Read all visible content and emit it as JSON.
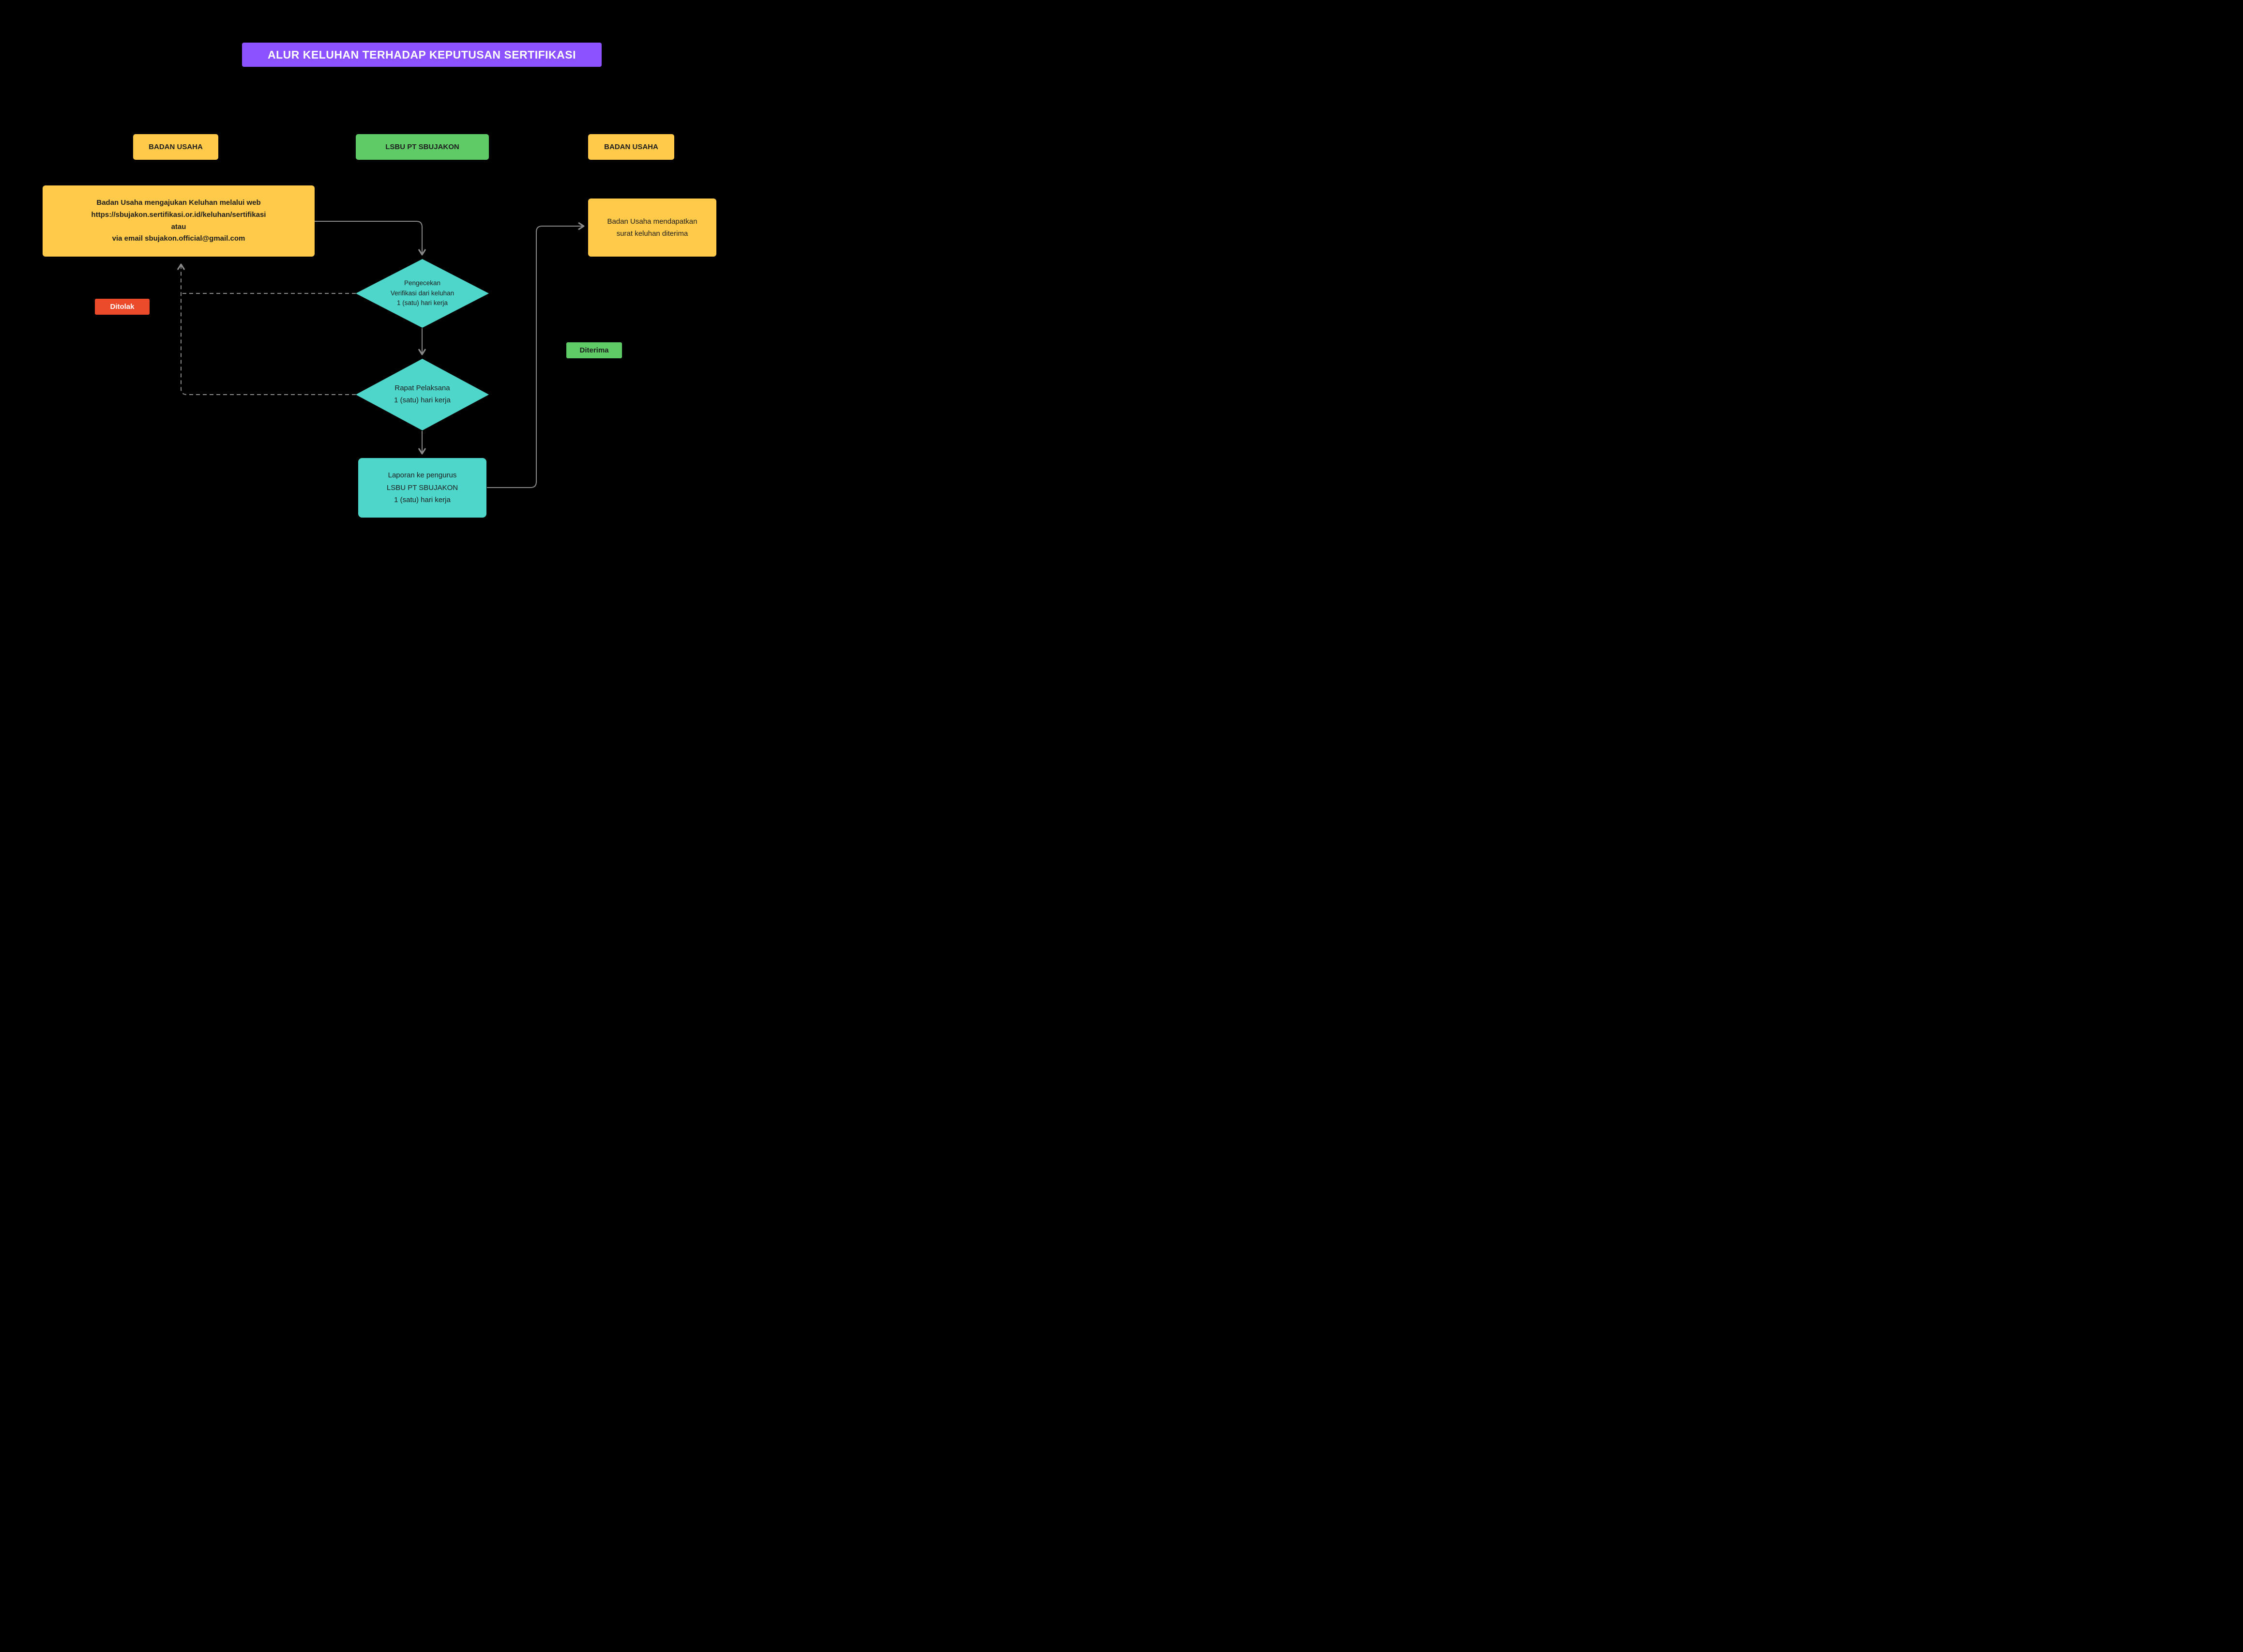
{
  "title": "ALUR KELUHAN  TERHADAP KEPUTUSAN SERTIFIKASI",
  "lanes": [
    {
      "id": "badan-usaha-left",
      "label": "BADAN USAHA",
      "color": "#FFC94A"
    },
    {
      "id": "lsbu-pt-sbujakon",
      "label": "LSBU PT SBUJAKON",
      "color": "#5ECB66"
    },
    {
      "id": "badan-usaha-right",
      "label": "BADAN USAHA",
      "color": "#FFC94A"
    }
  ],
  "nodes": {
    "submit_complaint": {
      "shape": "rect",
      "color": "#FFC94A",
      "text": "Badan Usaha mengajukan Keluhan melalui web\nhttps://sbujakon.sertifikasi.or.id/keluhan/sertifikasi\natau\nvia email sbujakon.official@gmail.com"
    },
    "verification_check": {
      "shape": "diamond",
      "color": "#4FD6CB",
      "text": "Pengecekan\nVerifikasi dari keluhan\n1 (satu) hari kerja"
    },
    "executive_meeting": {
      "shape": "diamond",
      "color": "#4FD6CB",
      "text": "Rapat Pelaksana\n1 (satu) hari kerja"
    },
    "report_to_board": {
      "shape": "rect",
      "color": "#4FD6CB",
      "text": "Laporan ke pengurus\nLSBU PT SBUJAKON\n1 (satu) hari kerja"
    },
    "complaint_received": {
      "shape": "rect",
      "color": "#FFC94A",
      "text": "Badan Usaha mendapatkan\nsurat keluhan diterima"
    }
  },
  "edge_labels": {
    "rejected": {
      "text": "Ditolak",
      "color": "#EB4B2A"
    },
    "accepted": {
      "text": "Diterima",
      "color": "#5ECB66"
    }
  },
  "edges": {
    "submit_to_check": {
      "from": "submit_complaint",
      "to": "verification_check",
      "style": "solid"
    },
    "check_to_meeting": {
      "from": "verification_check",
      "to": "executive_meeting",
      "style": "solid"
    },
    "meeting_to_report": {
      "from": "executive_meeting",
      "to": "report_to_board",
      "style": "solid"
    },
    "report_to_received": {
      "from": "report_to_board",
      "to": "complaint_received",
      "style": "solid",
      "label": "Diterima"
    },
    "check_rejected": {
      "from": "verification_check",
      "to": "submit_complaint",
      "style": "dashed",
      "label": "Ditolak"
    },
    "meeting_rejected": {
      "from": "executive_meeting",
      "to": "submit_complaint",
      "style": "dashed",
      "label": "Ditolak"
    }
  },
  "colors": {
    "background": "#000000",
    "title_bg": "#8C52FF",
    "yellow": "#FFC94A",
    "green": "#5ECB66",
    "teal": "#4FD6CB",
    "red": "#EB4B2A",
    "connector": "#8A8A8A"
  }
}
